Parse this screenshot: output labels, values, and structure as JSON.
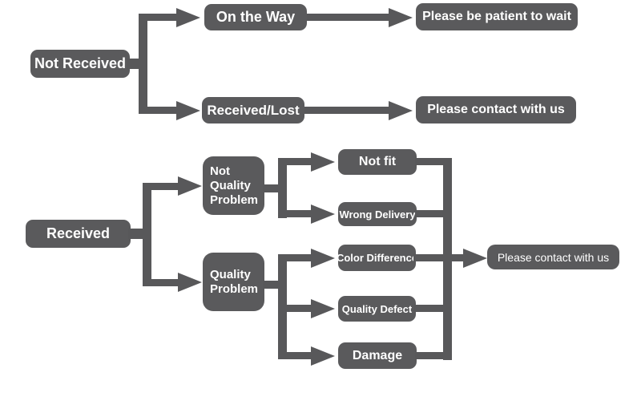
{
  "colors": {
    "node_fill": "#5a5a5c",
    "connector": "#58585a",
    "node_text": "#ffffff",
    "background": "#ffffff"
  },
  "nodes": {
    "not_received": {
      "label": "Not Received"
    },
    "on_the_way": {
      "label": "On the Way"
    },
    "be_patient": {
      "label": "Please be patient to wait"
    },
    "received_lost": {
      "label": "Received/Lost"
    },
    "contact_us_top": {
      "label": "Please contact with us"
    },
    "received": {
      "label": "Received"
    },
    "not_quality_problem": {
      "label": "Not Quality Problem"
    },
    "quality_problem": {
      "label": "Quality Problem"
    },
    "not_fit": {
      "label": "Not fit"
    },
    "wrong_delivery": {
      "label": "Wrong Delivery"
    },
    "color_difference": {
      "label": "Color Difference"
    },
    "quality_defect": {
      "label": "Quality Defect"
    },
    "damage": {
      "label": "Damage"
    },
    "contact_us_bottom": {
      "label": "Please contact with us"
    }
  },
  "edges": [
    {
      "from": "not_received",
      "to": "on_the_way"
    },
    {
      "from": "not_received",
      "to": "received_lost"
    },
    {
      "from": "on_the_way",
      "to": "be_patient"
    },
    {
      "from": "received_lost",
      "to": "contact_us_top"
    },
    {
      "from": "received",
      "to": "not_quality_problem"
    },
    {
      "from": "received",
      "to": "quality_problem"
    },
    {
      "from": "not_quality_problem",
      "to": "not_fit"
    },
    {
      "from": "not_quality_problem",
      "to": "wrong_delivery"
    },
    {
      "from": "quality_problem",
      "to": "color_difference"
    },
    {
      "from": "quality_problem",
      "to": "quality_defect"
    },
    {
      "from": "quality_problem",
      "to": "damage"
    },
    {
      "from": "not_fit",
      "to": "contact_us_bottom"
    },
    {
      "from": "wrong_delivery",
      "to": "contact_us_bottom"
    },
    {
      "from": "color_difference",
      "to": "contact_us_bottom"
    },
    {
      "from": "quality_defect",
      "to": "contact_us_bottom"
    },
    {
      "from": "damage",
      "to": "contact_us_bottom"
    }
  ]
}
